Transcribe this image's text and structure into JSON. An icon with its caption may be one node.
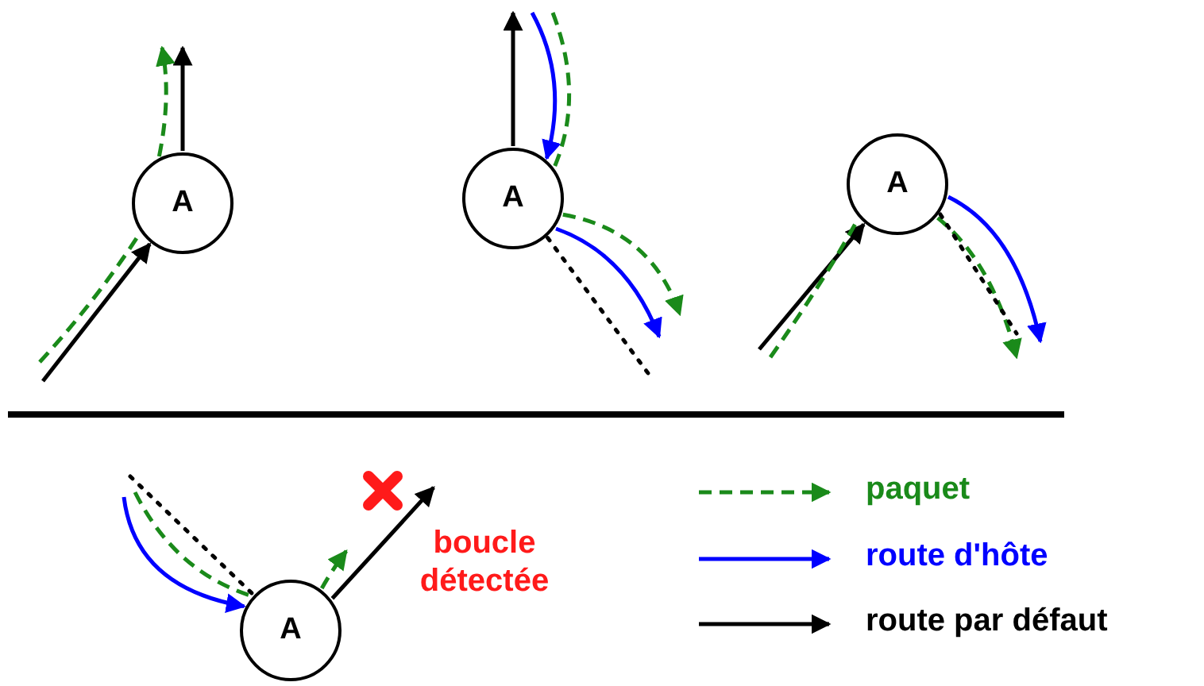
{
  "diagram": {
    "nodes": [
      {
        "text": [
          "A"
        ]
      },
      {
        "text": [
          "A"
        ]
      },
      {
        "text": [
          "A"
        ]
      },
      {
        "text": [
          "A"
        ]
      }
    ],
    "edges": [
      {
        "from": null,
        "to": 0,
        "arrow": "to"
      },
      {
        "from": 0,
        "to": null,
        "arrow": "to"
      },
      {
        "from": null,
        "to": 0,
        "arrow": "none",
        "style": "dashed",
        "color": "#1a8a1a"
      },
      {
        "from": 0,
        "to": null,
        "arrow": "to",
        "style": "dashed",
        "color": "#1a8a1a"
      },
      {
        "from": 1,
        "to": null,
        "arrow": "to"
      },
      {
        "from": null,
        "to": 1,
        "arrow": "to",
        "color": "#0000ff"
      },
      {
        "from": 1,
        "to": null,
        "arrow": "to",
        "color": "#0000ff"
      },
      {
        "from": null,
        "to": 1,
        "arrow": "none",
        "style": "dashed",
        "color": "#1a8a1a"
      },
      {
        "from": 1,
        "to": null,
        "arrow": "to",
        "style": "dashed",
        "color": "#1a8a1a"
      },
      {
        "from": 1,
        "to": null,
        "arrow": "none",
        "style": "dashed"
      },
      {
        "from": null,
        "to": 2,
        "arrow": "to"
      },
      {
        "from": null,
        "to": 2,
        "arrow": "none",
        "style": "dashed",
        "color": "#1a8a1a"
      },
      {
        "from": 2,
        "to": null,
        "arrow": "to",
        "style": "dashed",
        "color": "#1a8a1a"
      },
      {
        "from": 2,
        "to": null,
        "arrow": "to",
        "color": "#0000ff"
      },
      {
        "from": 2,
        "to": null,
        "arrow": "none",
        "style": "dashed"
      },
      {
        "from": null,
        "to": 3,
        "arrow": "to",
        "color": "#0000ff"
      },
      {
        "from": null,
        "to": 3,
        "arrow": "none",
        "style": "dashed"
      },
      {
        "from": null,
        "to": 3,
        "arrow": "none",
        "style": "dashed",
        "color": "#1a8a1a"
      },
      {
        "from": 3,
        "to": null,
        "arrow": "to",
        "style": "dashed",
        "color": "#1a8a1a"
      },
      {
        "from": 3,
        "to": null,
        "arrow": "to"
      }
    ],
    "labels": [
      "boucle détectée"
    ],
    "legend": [
      {
        "text": "paquet"
      },
      {
        "text": "route d'hôte"
      },
      {
        "text": "route par défaut"
      }
    ]
  }
}
